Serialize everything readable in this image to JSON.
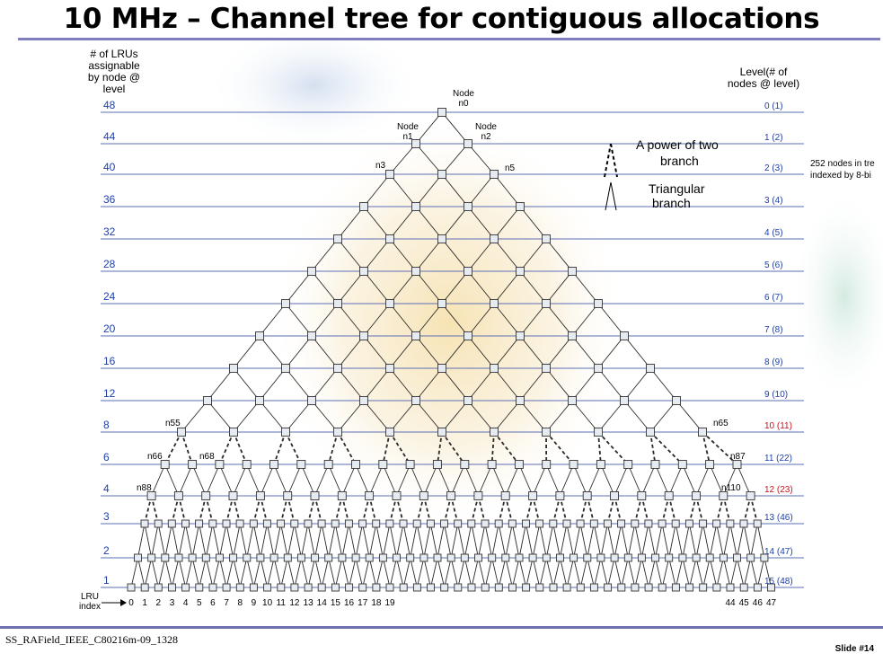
{
  "slide": {
    "title": "10 MHz – Channel tree for contiguous allocations",
    "footer_left": "SS_RAField_IEEE_C80216m-09_1328",
    "footer_right": "Slide #14"
  },
  "header_labels": {
    "left_lines": [
      "# of LRUs",
      "assignable",
      "by node @",
      "level"
    ],
    "right_lines": [
      "Level(# of",
      "nodes @ level)"
    ]
  },
  "side_note_lines": [
    "252 nodes in tre",
    "indexed by 8-bi"
  ],
  "legend": {
    "power_of_two_lines": [
      "A power of two",
      "branch"
    ],
    "triangular_lines": [
      "Triangular",
      "branch"
    ]
  },
  "lru_index_label_lines": [
    "LRU",
    "index"
  ],
  "lru_indices_left": [
    "0",
    "1",
    "2",
    "3",
    "4",
    "5",
    "6",
    "7",
    "8",
    "9",
    "10",
    "11",
    "12",
    "13",
    "14",
    "15",
    "16",
    "17",
    "18",
    "19"
  ],
  "lru_indices_right": [
    "44",
    "45",
    "46",
    "47"
  ],
  "levels": [
    {
      "lrus": "48",
      "label": "0 (1)",
      "red": false
    },
    {
      "lrus": "44",
      "label": "1 (2)",
      "red": false
    },
    {
      "lrus": "40",
      "label": "2 (3)",
      "red": false
    },
    {
      "lrus": "36",
      "label": "3 (4)",
      "red": false
    },
    {
      "lrus": "32",
      "label": "4 (5)",
      "red": false
    },
    {
      "lrus": "28",
      "label": "5 (6)",
      "red": false
    },
    {
      "lrus": "24",
      "label": "6 (7)",
      "red": false
    },
    {
      "lrus": "20",
      "label": "7 (8)",
      "red": false
    },
    {
      "lrus": "16",
      "label": "8 (9)",
      "red": false
    },
    {
      "lrus": "12",
      "label": "9 (10)",
      "red": false
    },
    {
      "lrus": "8",
      "label": "10 (11)",
      "red": true
    },
    {
      "lrus": "6",
      "label": "11 (22)",
      "red": false
    },
    {
      "lrus": "4",
      "label": "12 (23)",
      "red": true
    },
    {
      "lrus": "3",
      "label": "13 (46)",
      "red": false
    },
    {
      "lrus": "2",
      "label": "14 (47)",
      "red": false
    },
    {
      "lrus": "1",
      "label": "15 (48)",
      "red": false
    }
  ],
  "node_labels": [
    {
      "id": "n0",
      "lines": [
        "Node",
        "n0"
      ]
    },
    {
      "id": "n1",
      "lines": [
        "Node",
        "n1"
      ]
    },
    {
      "id": "n2",
      "lines": [
        "Node",
        "n2"
      ]
    },
    {
      "id": "n3",
      "lines": [
        "n3"
      ]
    },
    {
      "id": "n5",
      "lines": [
        "n5"
      ]
    },
    {
      "id": "n55",
      "lines": [
        "n55"
      ]
    },
    {
      "id": "n65",
      "lines": [
        "n65"
      ]
    },
    {
      "id": "n66",
      "lines": [
        "n66"
      ]
    },
    {
      "id": "n68",
      "lines": [
        "n68"
      ]
    },
    {
      "id": "n87",
      "lines": [
        "n87"
      ]
    },
    {
      "id": "n88",
      "lines": [
        "n88"
      ]
    },
    {
      "id": "n110",
      "lines": [
        "n110"
      ]
    }
  ],
  "colors": {
    "level_line": "#5b6fb5",
    "blue_text": "#1f3fa8",
    "red_text": "#c8141e",
    "node_fill": "#e6ebf2",
    "edge": "#2a2a2a"
  }
}
